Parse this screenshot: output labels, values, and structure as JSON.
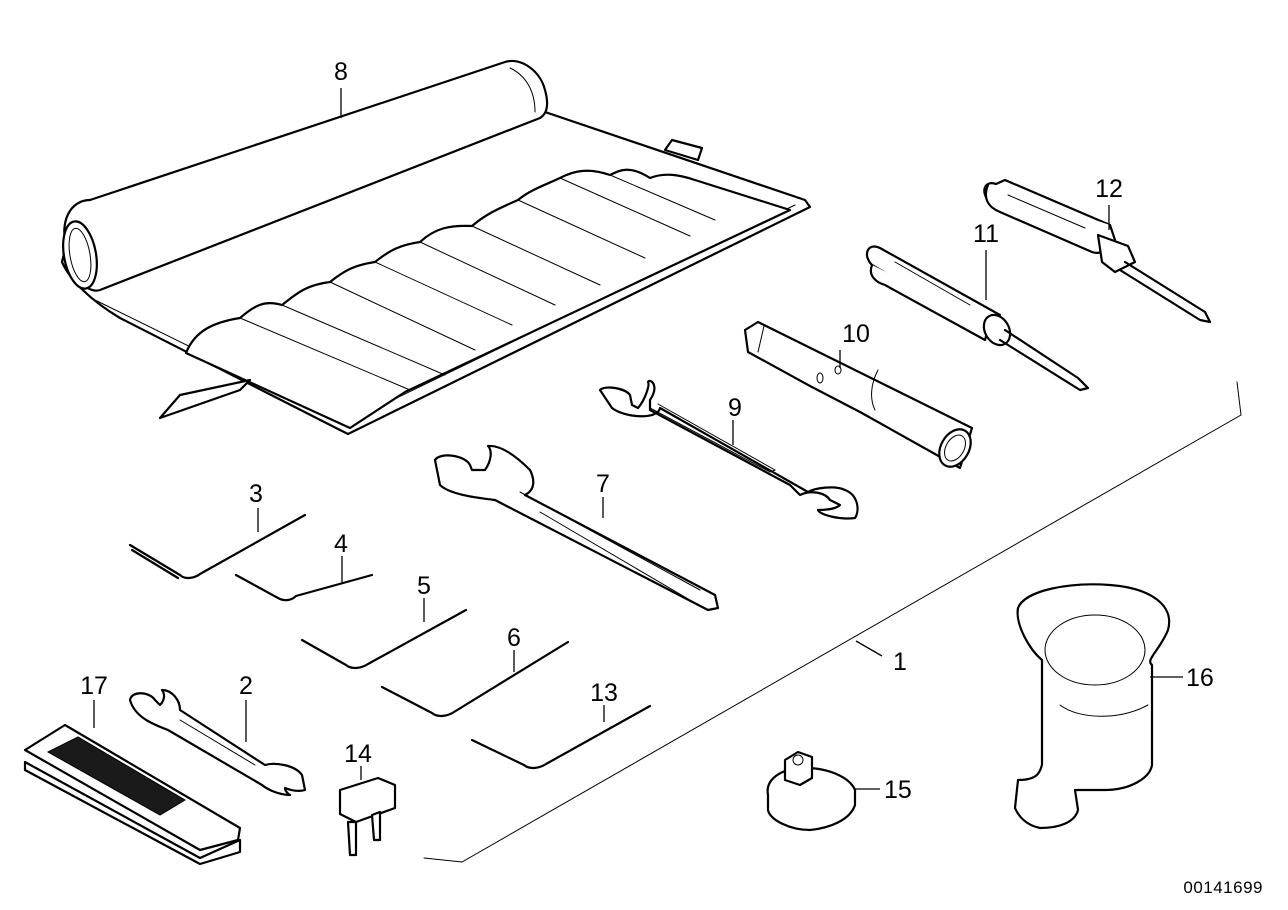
{
  "diagram": {
    "title": "Tool kit exploded parts diagram",
    "reference_number": "00141699",
    "callouts": [
      {
        "id": "1",
        "label": "1",
        "part": "tool kit assembly (outline)"
      },
      {
        "id": "2",
        "label": "2",
        "part": "small open-end wrench"
      },
      {
        "id": "3",
        "label": "3",
        "part": "hex key"
      },
      {
        "id": "4",
        "label": "4",
        "part": "torx key"
      },
      {
        "id": "5",
        "label": "5",
        "part": "torx key"
      },
      {
        "id": "6",
        "label": "6",
        "part": "torx key"
      },
      {
        "id": "7",
        "label": "7",
        "part": "large open-end wrench"
      },
      {
        "id": "8",
        "label": "8",
        "part": "tool roll / bag"
      },
      {
        "id": "9",
        "label": "9",
        "part": "double open-end wrench"
      },
      {
        "id": "10",
        "label": "10",
        "part": "box spanner / spark plug wrench"
      },
      {
        "id": "11",
        "label": "11",
        "part": "phillips screwdriver"
      },
      {
        "id": "12",
        "label": "12",
        "part": "flat screwdriver"
      },
      {
        "id": "13",
        "label": "13",
        "part": "torx key"
      },
      {
        "id": "14",
        "label": "14",
        "part": "fuse"
      },
      {
        "id": "15",
        "label": "15",
        "part": "adapter / oil filter cap"
      },
      {
        "id": "16",
        "label": "16",
        "part": "funnel"
      },
      {
        "id": "17",
        "label": "17",
        "part": "fuse puller / clip"
      }
    ]
  }
}
